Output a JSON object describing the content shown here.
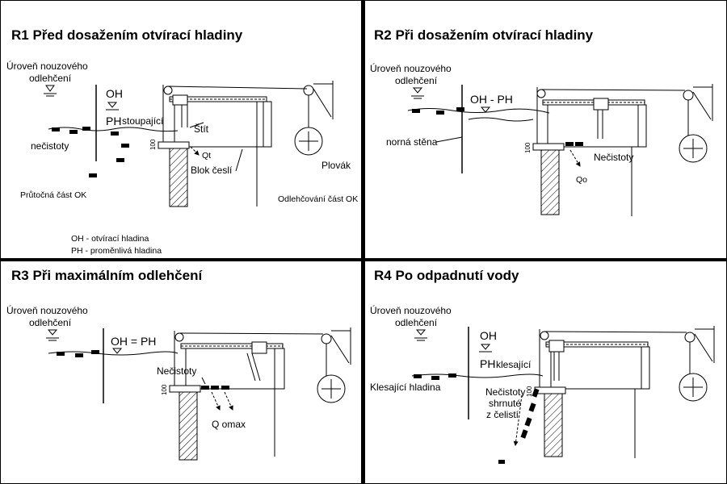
{
  "panels": [
    {
      "title": "R1  Před dosažením otvírací hladiny",
      "level_emergency": "Úroveň nouzového",
      "level_emergency2": "odlehčení",
      "oh": "OH",
      "ph": "PH",
      "ph_suffix": "stoupající",
      "shield": "Štít",
      "debris": "nečistoty",
      "flow": "Qt",
      "grid_block": "Blok česlí",
      "float": "Plovák",
      "flow_part": "Průtočná část OK",
      "relief_part": "Odlehčování část OK",
      "legend_oh": "OH - otvírací hladina",
      "legend_ph": "PH - proměnlivá hladina",
      "dim": "100"
    },
    {
      "title": "R2  Při dosažením otvírací hladiny",
      "level_emergency": "Úroveň nouzového",
      "level_emergency2": "odlehčení",
      "oh_ph": "OH - PH",
      "wall": "norná stěna",
      "debris": "Nečistoty",
      "flow": "Qo",
      "dim": "100"
    },
    {
      "title": "R3  Při maximálním odlehčení",
      "level_emergency": "Úroveň nouzového",
      "level_emergency2": "odlehčení",
      "oh_eq_ph": "OH = PH",
      "debris": "Nečistoty",
      "flow": "Q omax",
      "dim": "100"
    },
    {
      "title": "R4  Po odpadnutí vody",
      "level_emergency": "Úroveň nouzového",
      "level_emergency2": "odlehčení",
      "oh": "OH",
      "ph": "PH",
      "ph_suffix": "klesající",
      "falling_level": "Klesající hladina",
      "debris1": "Nečistoty",
      "debris2": "shrnuté",
      "debris3": "z čelistí",
      "dim": "100"
    }
  ],
  "colors": {
    "line": "#000000",
    "background": "#ffffff"
  }
}
